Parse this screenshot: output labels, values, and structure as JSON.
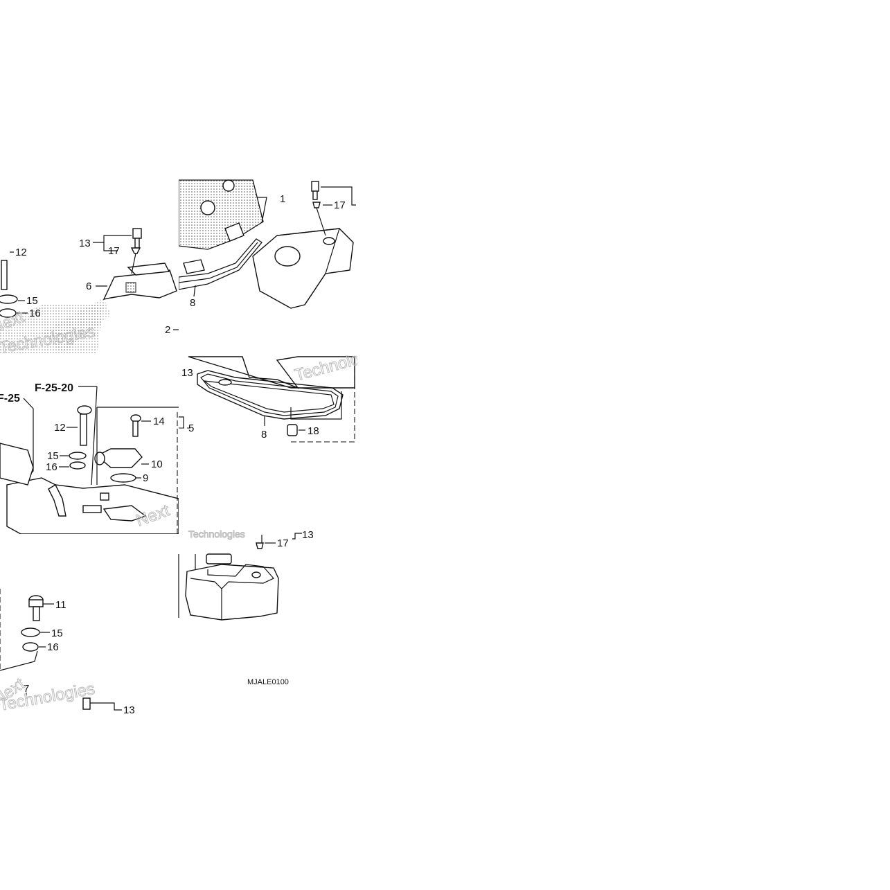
{
  "diagram": {
    "code": "MJALE0100",
    "refs": [
      "F-25-20",
      "F-25"
    ],
    "watermark": [
      "Next",
      "Technologies"
    ],
    "callouts": {
      "p1": "1",
      "p2": "2",
      "p5": "5",
      "p6": "6",
      "p7": "7",
      "p8a": "8",
      "p8b": "8",
      "p9": "9",
      "p10": "10",
      "p11": "11",
      "p12a": "12",
      "p12b": "12",
      "p13a": "13",
      "p13b": "13",
      "p13c": "13",
      "p13d": "13",
      "p14": "14",
      "p15a": "15",
      "p15b": "15",
      "p15c": "15",
      "p16a": "16",
      "p16b": "16",
      "p16c": "16",
      "p17a": "17",
      "p17b": "17",
      "p17c": "17",
      "p18": "18"
    }
  }
}
